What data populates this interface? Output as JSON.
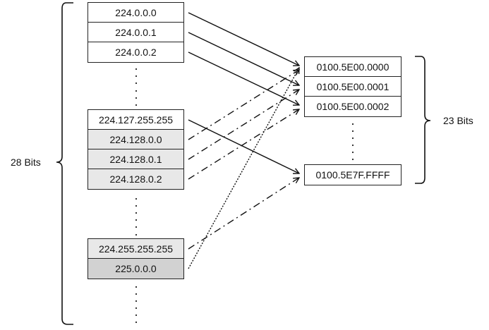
{
  "diagram": {
    "left_brace_label": "28 Bits",
    "right_brace_label": "23 Bits",
    "ip_groups": [
      {
        "cells": [
          {
            "text": "224.0.0.0",
            "shade": "white"
          },
          {
            "text": "224.0.0.1",
            "shade": "white"
          },
          {
            "text": "224.0.0.2",
            "shade": "white"
          }
        ]
      },
      {
        "cells": [
          {
            "text": "224.127.255.255",
            "shade": "white"
          },
          {
            "text": "224.128.0.0",
            "shade": "light"
          },
          {
            "text": "224.128.0.1",
            "shade": "light"
          },
          {
            "text": "224.128.0.2",
            "shade": "light"
          }
        ]
      },
      {
        "cells": [
          {
            "text": "224.255.255.255",
            "shade": "light"
          },
          {
            "text": "225.0.0.0",
            "shade": "dark"
          }
        ]
      }
    ],
    "mac_groups": [
      {
        "cells": [
          {
            "text": "0100.5E00.0000"
          },
          {
            "text": "0100.5E00.0001"
          },
          {
            "text": "0100.5E00.0002"
          }
        ]
      },
      {
        "cells": [
          {
            "text": "0100.5E7F.FFFF"
          }
        ]
      }
    ],
    "mappings": [
      {
        "from": "224.0.0.0",
        "to": "0100.5E00.0000",
        "style": "solid"
      },
      {
        "from": "224.0.0.1",
        "to": "0100.5E00.0001",
        "style": "solid"
      },
      {
        "from": "224.0.0.2",
        "to": "0100.5E00.0002",
        "style": "solid"
      },
      {
        "from": "224.127.255.255",
        "to": "0100.5E7F.FFFF",
        "style": "solid"
      },
      {
        "from": "224.128.0.0",
        "to": "0100.5E00.0000",
        "style": "dash-dot"
      },
      {
        "from": "224.128.0.1",
        "to": "0100.5E00.0001",
        "style": "dash-dot"
      },
      {
        "from": "224.128.0.2",
        "to": "0100.5E00.0002",
        "style": "dash-dot"
      },
      {
        "from": "224.255.255.255",
        "to": "0100.5E7F.FFFF",
        "style": "dash-dot"
      },
      {
        "from": "225.0.0.0",
        "to": "0100.5E00.0000",
        "style": "dotted"
      }
    ]
  }
}
